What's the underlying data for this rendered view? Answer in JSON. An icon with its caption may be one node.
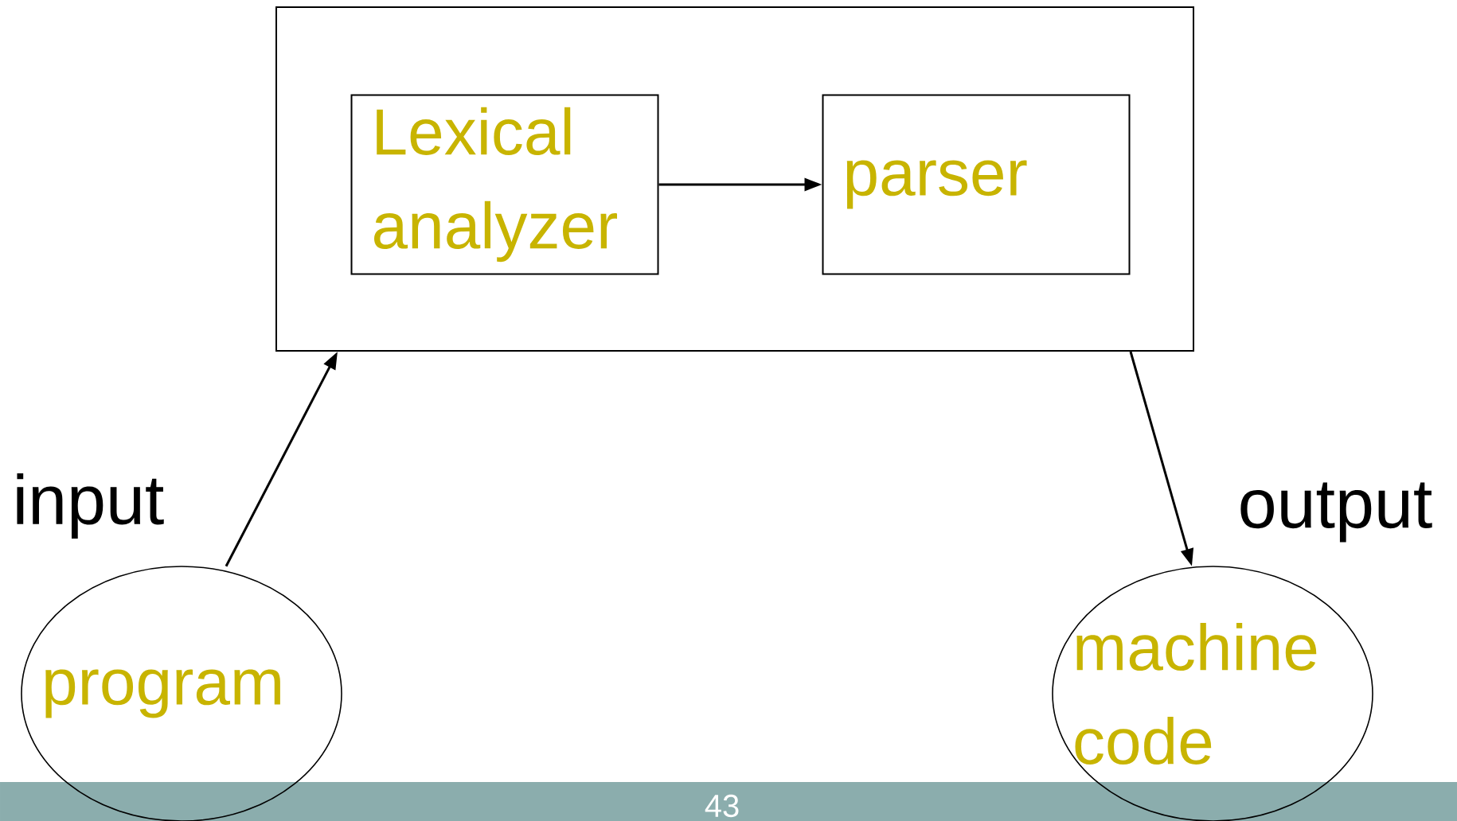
{
  "diagram": {
    "nodes": [
      {
        "text": [],
        "shape": "box"
      },
      {
        "text": [
          "Lexical analyzer"
        ],
        "in": 0
      },
      {
        "text": [
          "parser"
        ],
        "in": 0
      },
      {
        "text": [
          "program"
        ]
      },
      {
        "text": [
          "machine code"
        ]
      }
    ],
    "edges": [
      {
        "from": 1,
        "to": 2,
        "arrow": "to"
      },
      {
        "from": 3,
        "to": 0,
        "arrow": "to"
      },
      {
        "from": 0,
        "to": 4,
        "arrow": "to"
      }
    ],
    "labels": [
      "input",
      "output",
      "43"
    ]
  }
}
